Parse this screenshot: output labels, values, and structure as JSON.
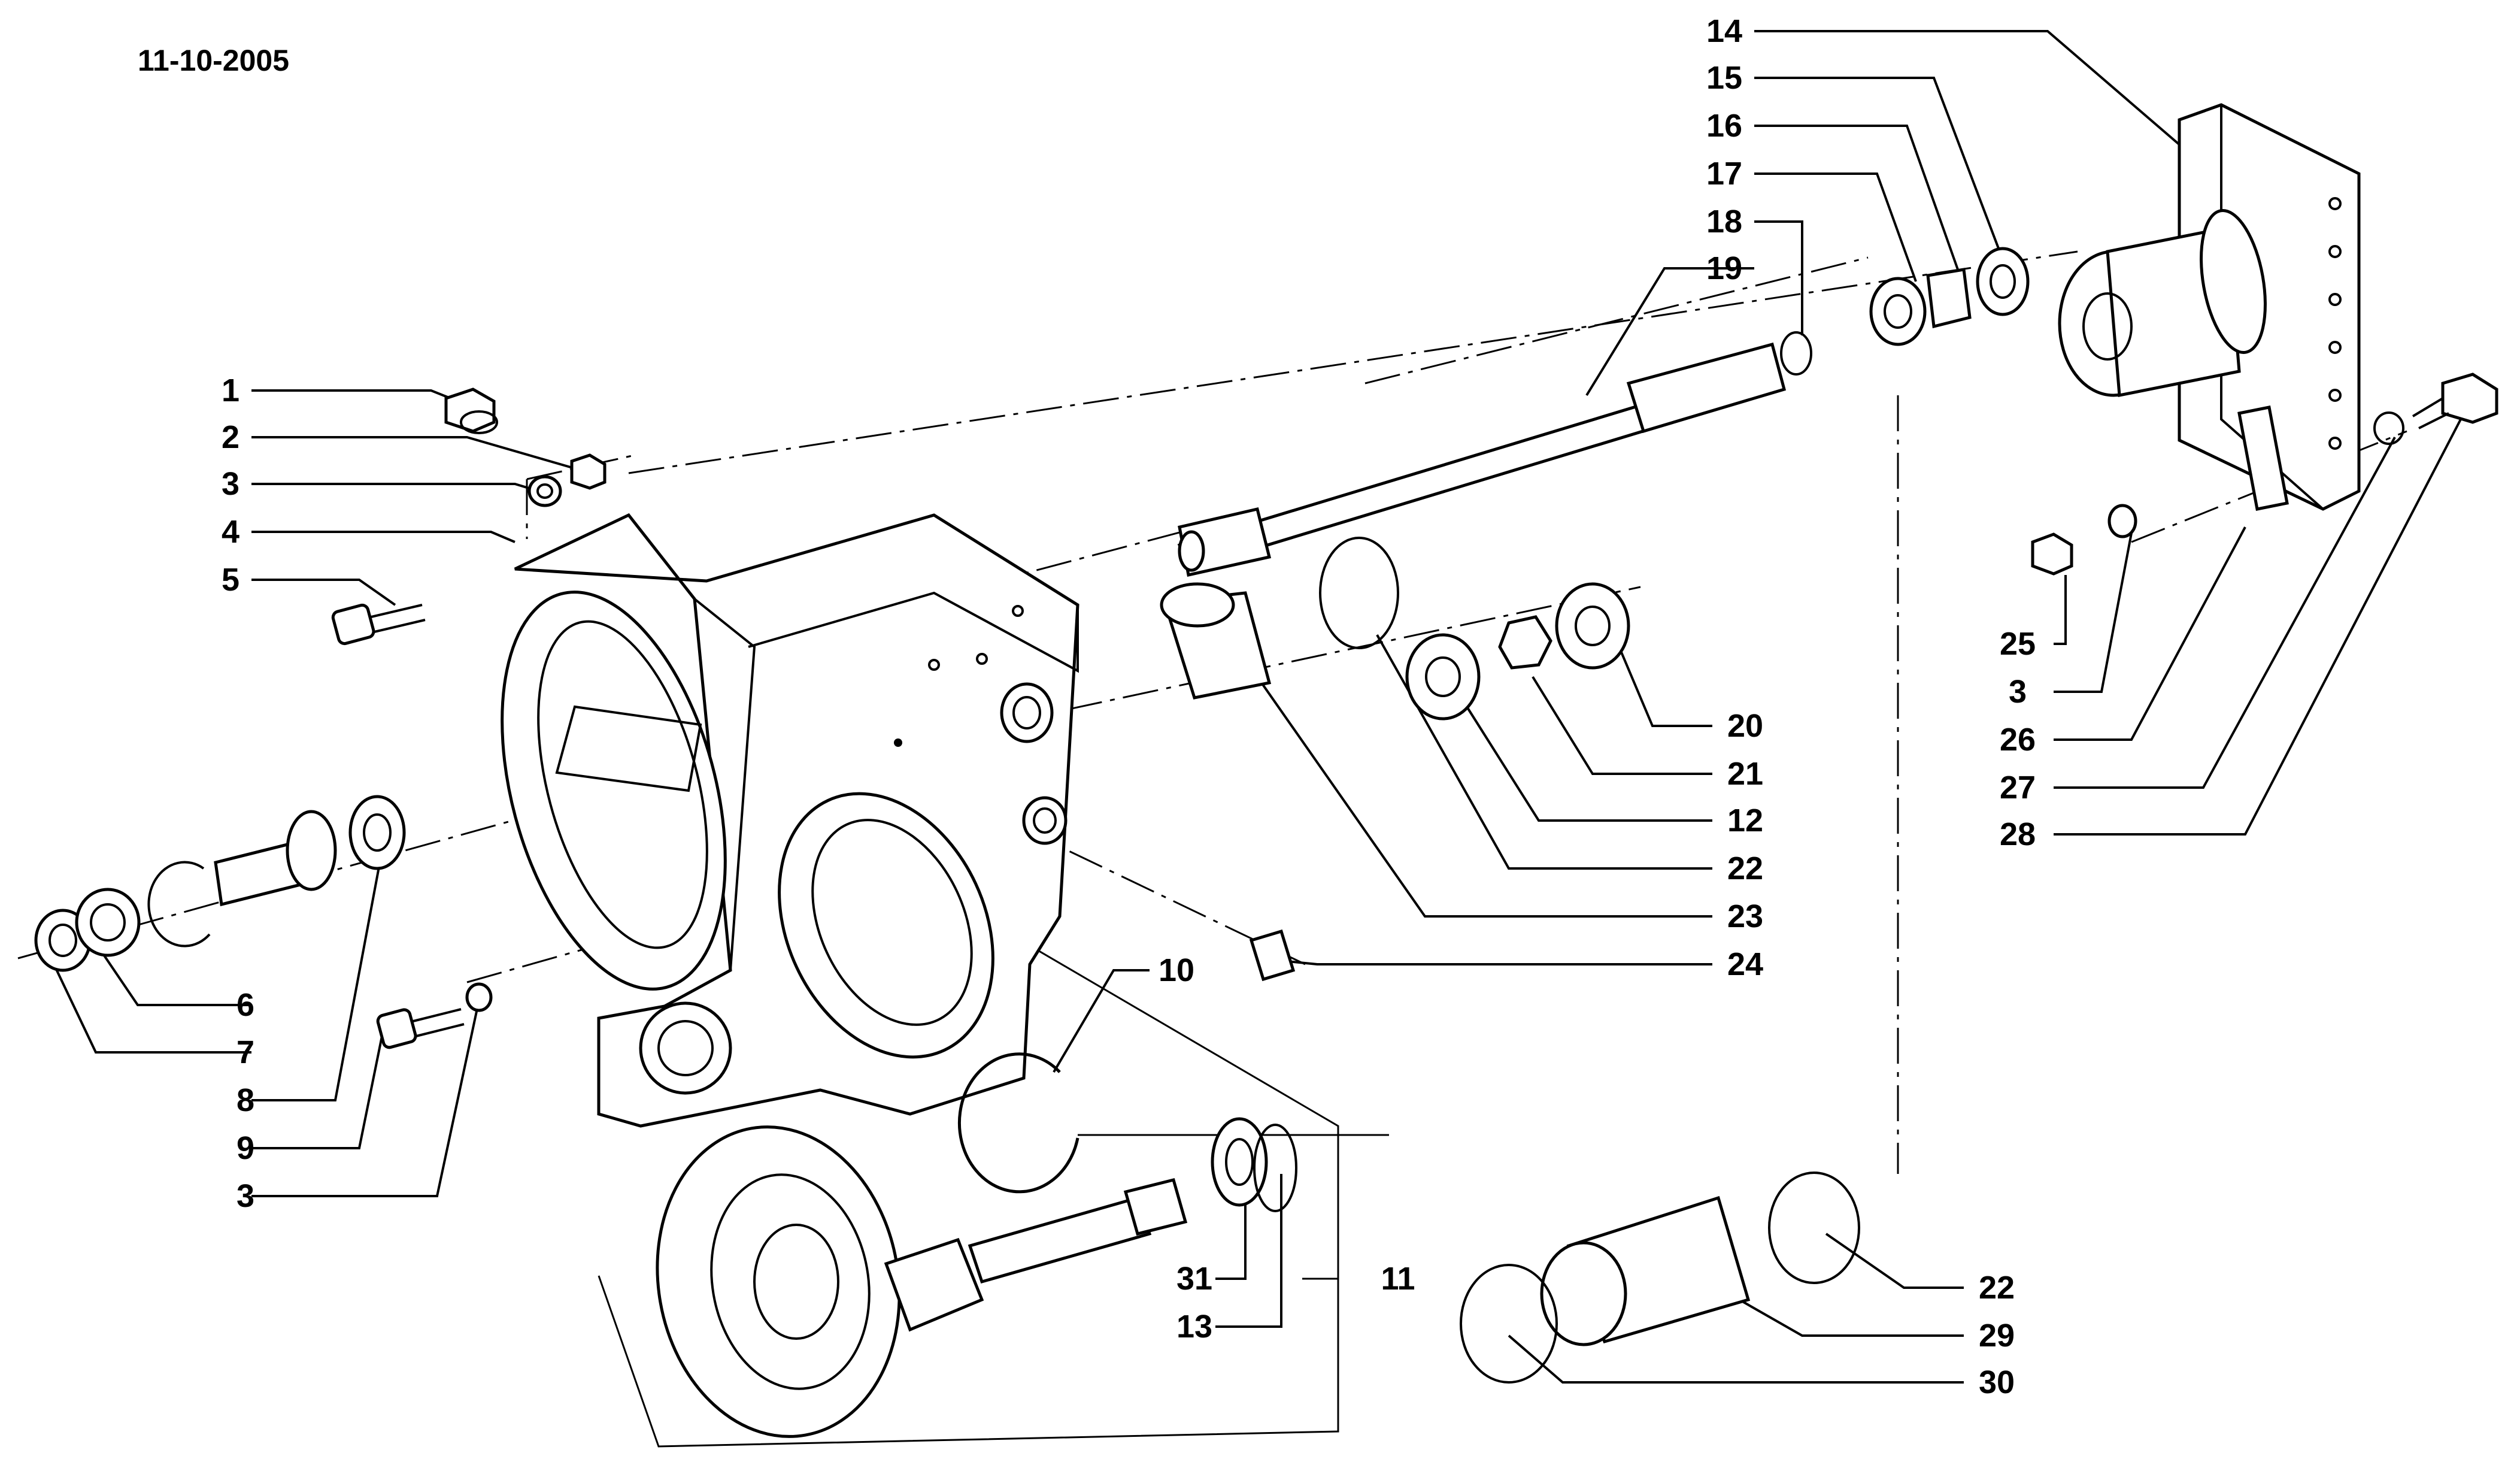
{
  "date": "11-10-2005",
  "callouts": [
    {
      "id": "c1",
      "text": "1"
    },
    {
      "id": "c2",
      "text": "2"
    },
    {
      "id": "c3a",
      "text": "3"
    },
    {
      "id": "c4",
      "text": "4"
    },
    {
      "id": "c5",
      "text": "5"
    },
    {
      "id": "c6",
      "text": "6"
    },
    {
      "id": "c7",
      "text": "7"
    },
    {
      "id": "c8",
      "text": "8"
    },
    {
      "id": "c9",
      "text": "9"
    },
    {
      "id": "c3b",
      "text": "3"
    },
    {
      "id": "c10",
      "text": "10"
    },
    {
      "id": "c11",
      "text": "11"
    },
    {
      "id": "c31",
      "text": "31"
    },
    {
      "id": "c13",
      "text": "13"
    },
    {
      "id": "c14",
      "text": "14"
    },
    {
      "id": "c15",
      "text": "15"
    },
    {
      "id": "c16",
      "text": "16"
    },
    {
      "id": "c17",
      "text": "17"
    },
    {
      "id": "c18",
      "text": "18"
    },
    {
      "id": "c19",
      "text": "19"
    },
    {
      "id": "c20",
      "text": "20"
    },
    {
      "id": "c21",
      "text": "21"
    },
    {
      "id": "c12",
      "text": "12"
    },
    {
      "id": "c22a",
      "text": "22"
    },
    {
      "id": "c23",
      "text": "23"
    },
    {
      "id": "c24",
      "text": "24"
    },
    {
      "id": "c25",
      "text": "25"
    },
    {
      "id": "c3c",
      "text": "3"
    },
    {
      "id": "c26",
      "text": "26"
    },
    {
      "id": "c27",
      "text": "27"
    },
    {
      "id": "c28",
      "text": "28"
    },
    {
      "id": "c22b",
      "text": "22"
    },
    {
      "id": "c29",
      "text": "29"
    },
    {
      "id": "c30",
      "text": "30"
    }
  ]
}
